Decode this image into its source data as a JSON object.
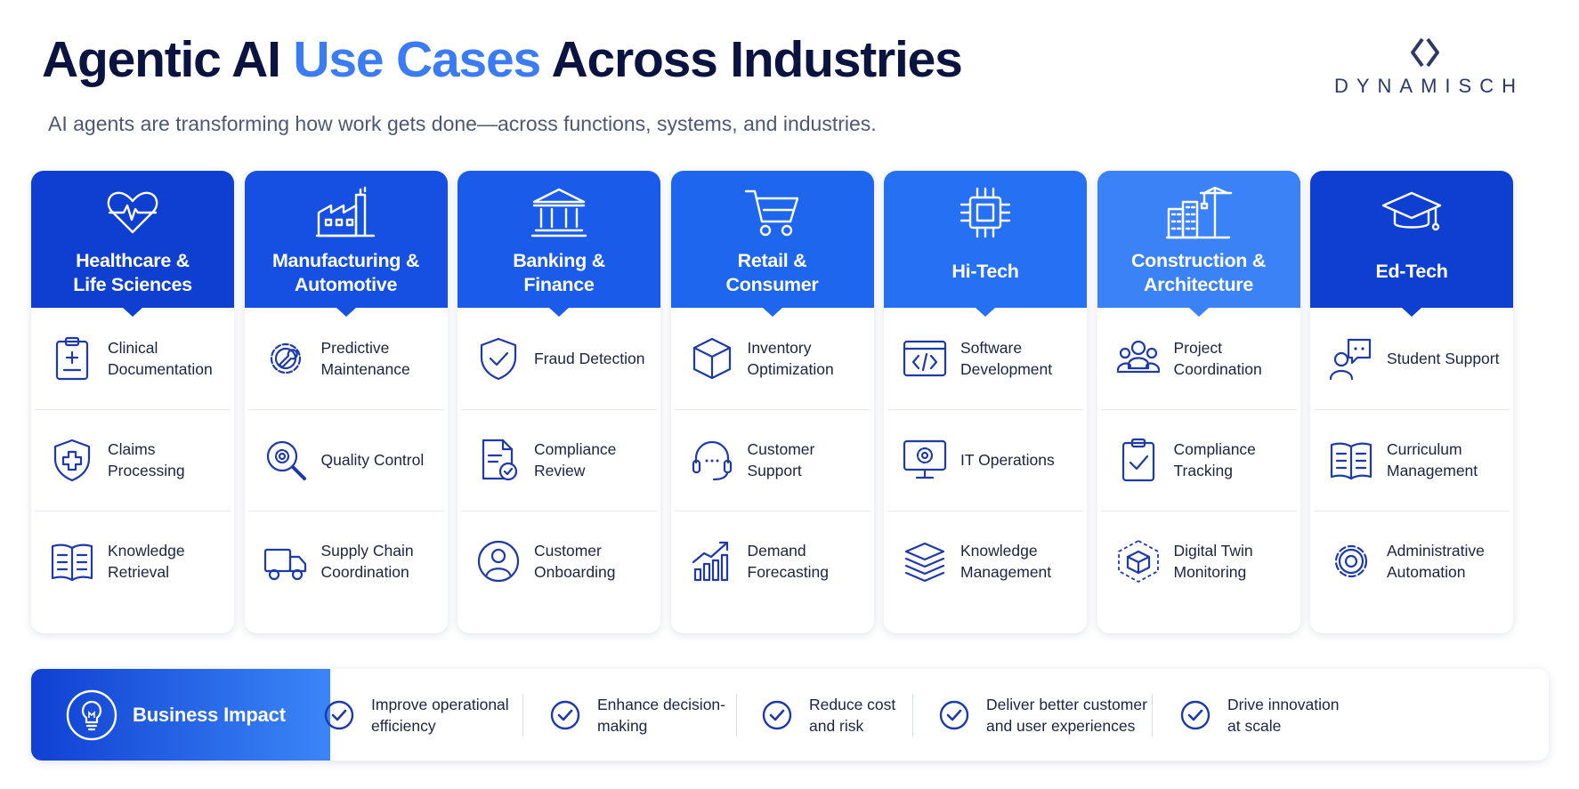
{
  "header": {
    "title_part1": "Agentic AI",
    "title_accent": "Use Cases",
    "title_part2": "Across Industries",
    "subtitle": "AI agents are transforming how work gets done—across functions, systems, and industries.",
    "logo_text": "DYNAMISCH"
  },
  "colors": {
    "navy": "#0b1440",
    "accent": "#3b7cf5",
    "icon_blue": "#1d3aa8"
  },
  "industries": [
    {
      "title": "Healthcare & Life Sciences",
      "icon": "heartbeat-icon",
      "color": "#0e3fd0",
      "items": [
        {
          "label": "Clinical Documentation",
          "icon": "clipboard-plus-icon"
        },
        {
          "label": "Claims Processing",
          "icon": "shield-plus-icon"
        },
        {
          "label": "Knowledge Retrieval",
          "icon": "open-book-icon"
        }
      ]
    },
    {
      "title": "Manufacturing & Automotive",
      "icon": "factory-icon",
      "color": "#1550e2",
      "items": [
        {
          "label": "Predictive Maintenance",
          "icon": "gear-wrench-icon"
        },
        {
          "label": "Quality Control",
          "icon": "gear-magnifier-icon"
        },
        {
          "label": "Supply Chain Coordination",
          "icon": "truck-icon"
        }
      ]
    },
    {
      "title": "Banking & Finance",
      "icon": "bank-icon",
      "color": "#1a5ce9",
      "items": [
        {
          "label": "Fraud Detection",
          "icon": "shield-check-icon"
        },
        {
          "label": "Compliance Review",
          "icon": "document-check-icon"
        },
        {
          "label": "Customer Onboarding",
          "icon": "user-circle-icon"
        }
      ]
    },
    {
      "title": "Retail & Consumer",
      "icon": "shopping-cart-icon",
      "color": "#1f66ee",
      "items": [
        {
          "label": "Inventory Optimization",
          "icon": "box-icon"
        },
        {
          "label": "Customer Support",
          "icon": "headset-icon"
        },
        {
          "label": "Demand Forecasting",
          "icon": "growth-chart-icon"
        }
      ]
    },
    {
      "title": "Hi-Tech",
      "icon": "chip-icon",
      "color": "#2670f3",
      "items": [
        {
          "label": "Software Development",
          "icon": "code-window-icon"
        },
        {
          "label": "IT Operations",
          "icon": "monitor-gear-icon"
        },
        {
          "label": "Knowledge Management",
          "icon": "stacked-books-icon"
        }
      ]
    },
    {
      "title": "Construction & Architecture",
      "icon": "crane-building-icon",
      "color": "#3a82f6",
      "items": [
        {
          "label": "Project Coordination",
          "icon": "team-icon"
        },
        {
          "label": "Compliance Tracking",
          "icon": "clipboard-check-icon"
        },
        {
          "label": "Digital Twin Monitoring",
          "icon": "cube-network-icon"
        }
      ]
    },
    {
      "title": "Ed-Tech",
      "icon": "graduation-cap-icon",
      "color": "#0e3fd0",
      "items": [
        {
          "label": "Student Support",
          "icon": "user-chat-icon"
        },
        {
          "label": "Curriculum Management",
          "icon": "open-book-icon"
        },
        {
          "label": "Administrative Automation",
          "icon": "gear-icon"
        }
      ]
    }
  ],
  "impact": {
    "title": "Business Impact",
    "icon": "lightbulb-icon",
    "benefits": [
      {
        "line1": "Improve operational",
        "line2": "efficiency"
      },
      {
        "line1": "Enhance decision-",
        "line2": "making"
      },
      {
        "line1": "Reduce cost",
        "line2": "and risk"
      },
      {
        "line1": "Deliver better customer",
        "line2": "and user experiences"
      },
      {
        "line1": "Drive innovation",
        "line2": "at scale"
      }
    ]
  }
}
